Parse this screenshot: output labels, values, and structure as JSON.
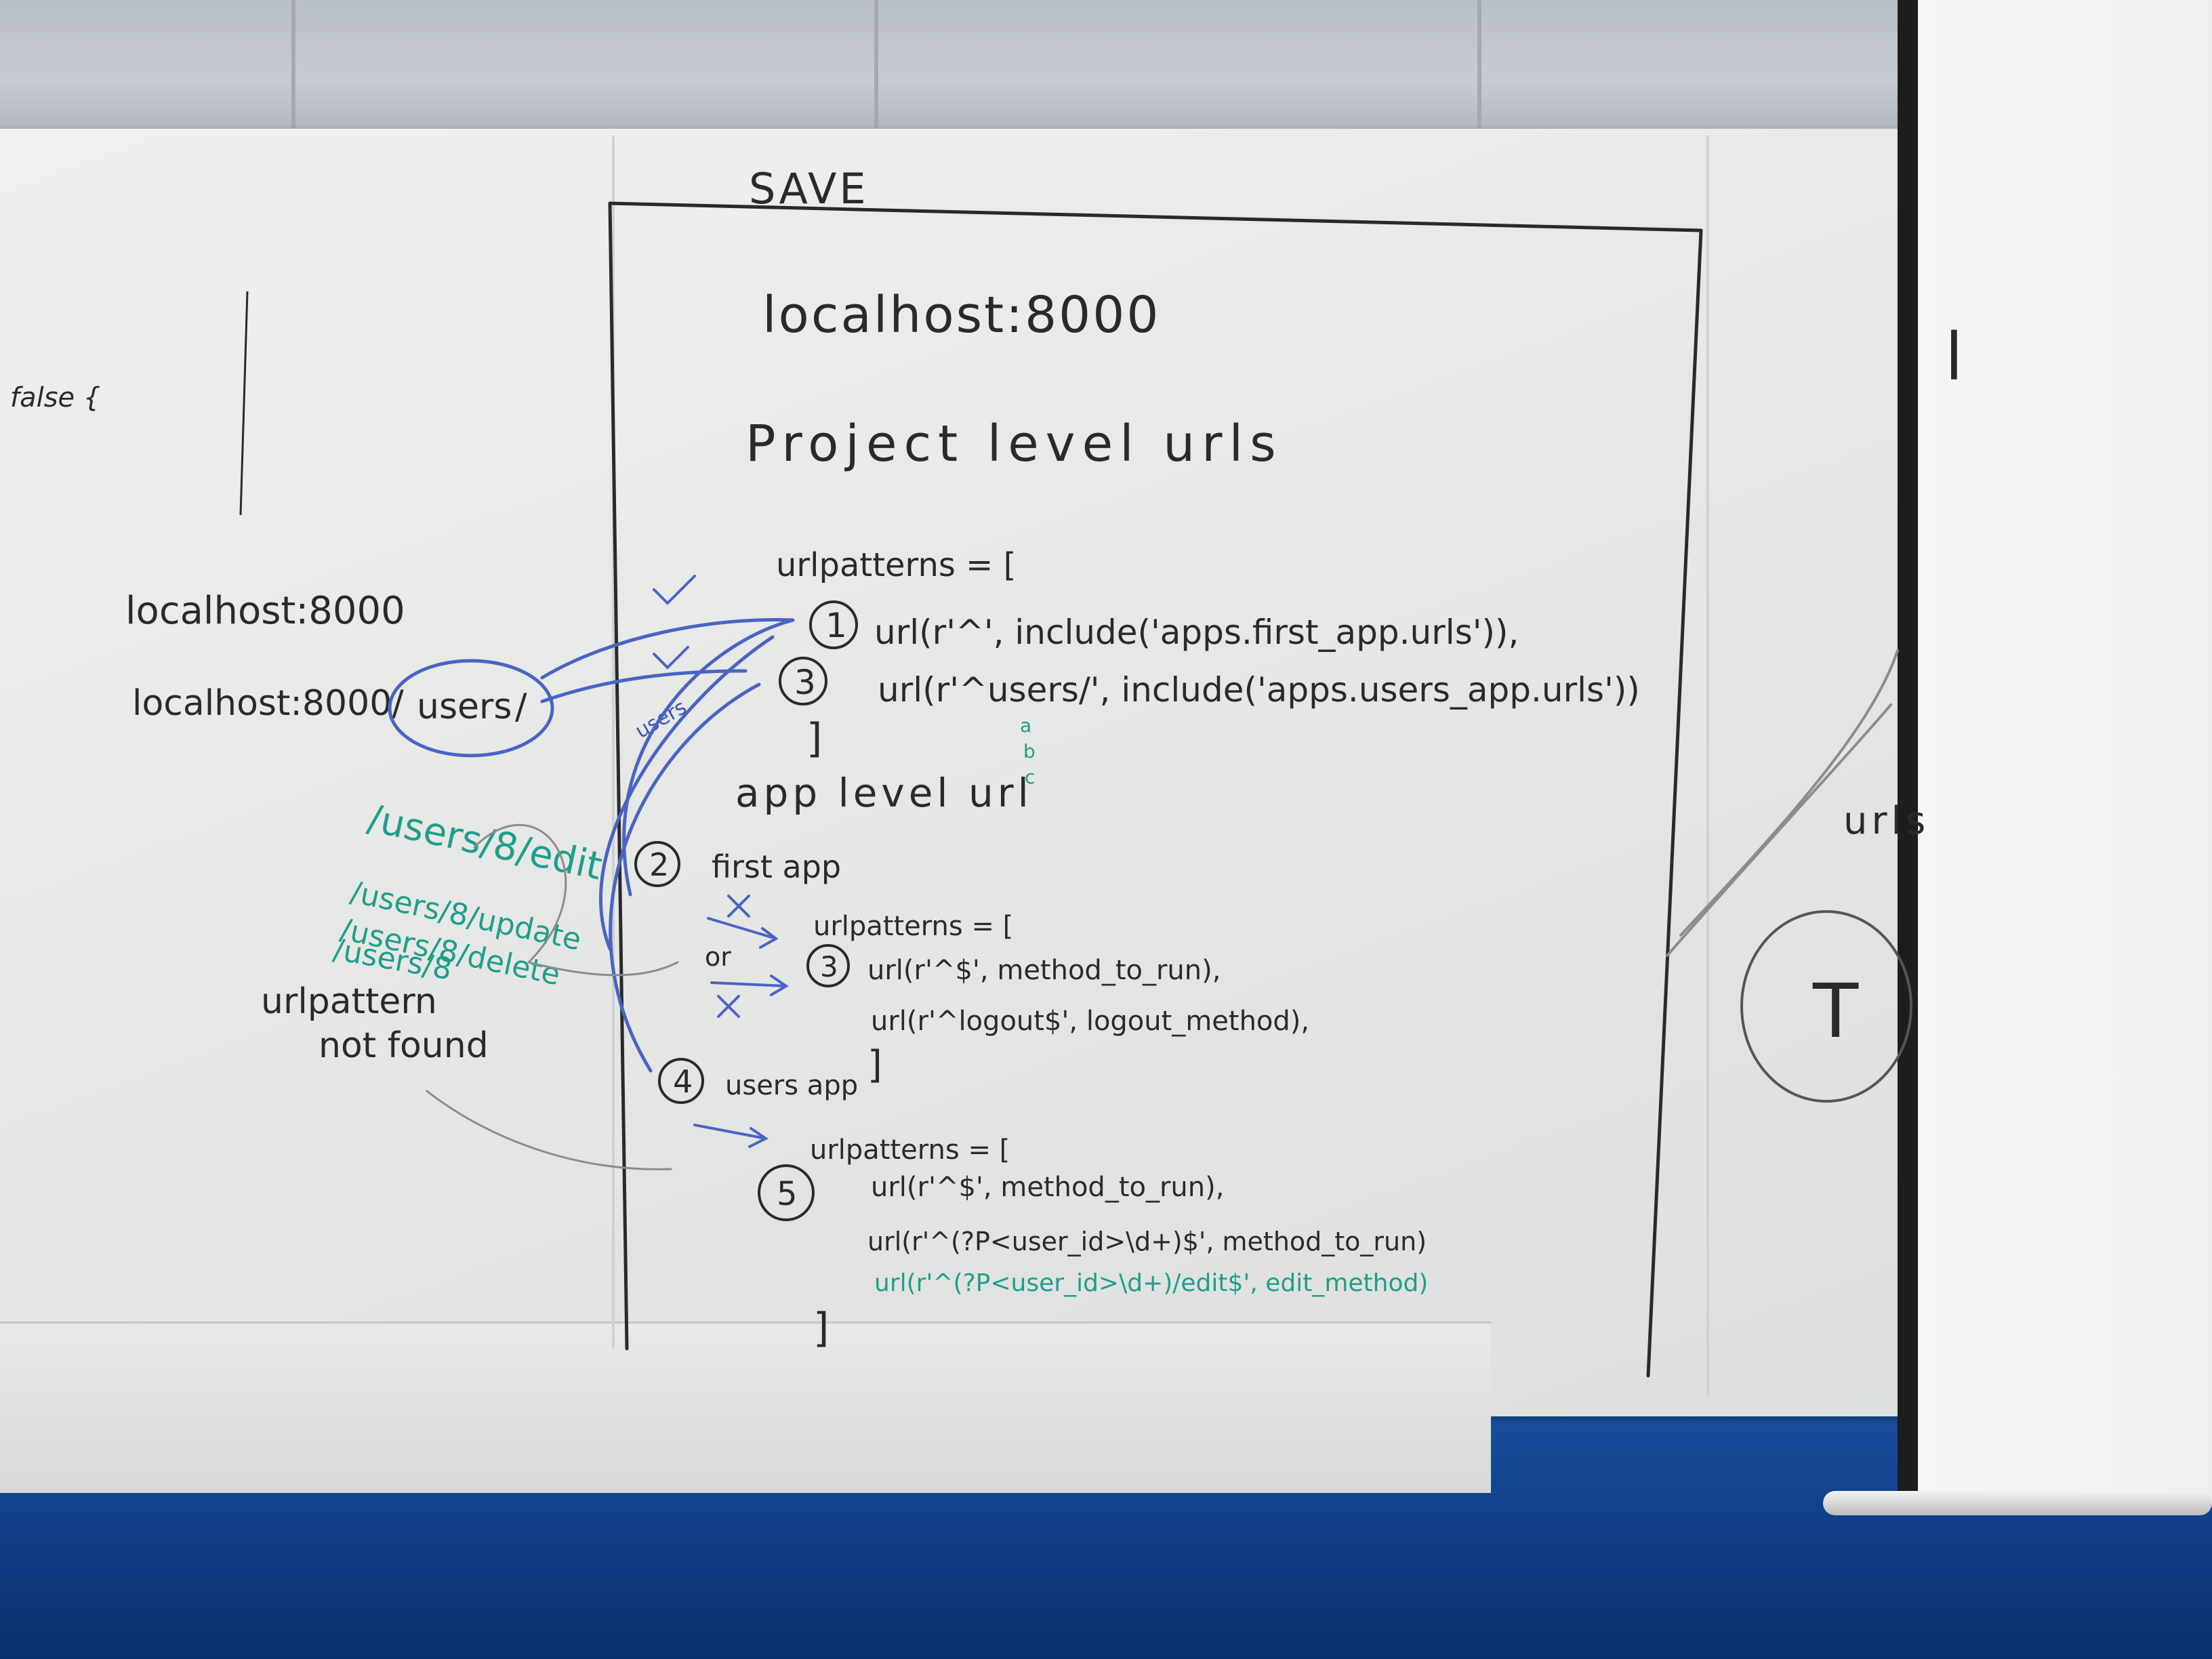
{
  "board": {
    "frame_title": "SAVE",
    "heading_host": "localhost:8000",
    "heading_project": "Project level urls",
    "project_urlpatterns_open": "urlpatterns = [",
    "project_url_1": "url(r'^', include('apps.first_app.urls')),",
    "project_url_3": "url(r'^users/', include('apps.users_app.urls'))",
    "project_close": "]",
    "app_level_label": "app level url",
    "first_app_label": "first app",
    "first_app_urlpatterns_open": "urlpatterns = [",
    "first_app_url_a": "url(r'^$', method_to_run),",
    "first_app_url_b": "url(r'^logout$', logout_method),",
    "first_app_close": "]",
    "or_label": "or",
    "users_app_label": "users app",
    "users_urlpatterns_open": "urlpatterns = [",
    "users_url_a": "url(r'^$', method_to_run),",
    "users_url_b": "url(r'^(?P<user_id>\\d+)$', method_to_run)",
    "users_url_c": "url(r'^(?P<user_id>\\d+)/edit$', edit_method)",
    "users_close": "]",
    "badges": [
      "1",
      "3",
      "2",
      "3",
      "4",
      "5"
    ],
    "left_host_1": "localhost:8000",
    "left_host_2_prefix": "localhost:8000/",
    "left_host_2_circled": "users",
    "left_green_1": "/users/8/edit",
    "left_green_2": "/users/8/update",
    "left_green_3": "/users/8/delete",
    "left_green_4": "/users/8",
    "left_not_found_1": "urlpattern",
    "left_not_found_2": "not found",
    "far_left_text": "false {",
    "right_text_1": "urls",
    "right_text_2": "T",
    "blue_side_label": "users",
    "side_letters": [
      "a",
      "b",
      "c"
    ]
  },
  "colors": {
    "marker_black": "#2a2a2a",
    "marker_green": "#1e9e8a",
    "marker_blue": "#4a63c4",
    "wall_blue": "#1a4f9c"
  }
}
